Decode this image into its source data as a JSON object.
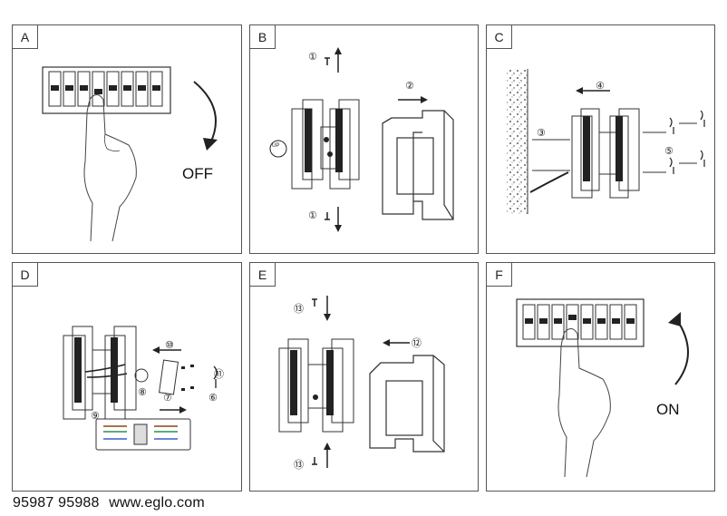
{
  "panels": [
    {
      "label": "A",
      "text": "OFF"
    },
    {
      "label": "B"
    },
    {
      "label": "C"
    },
    {
      "label": "D"
    },
    {
      "label": "E"
    },
    {
      "label": "F",
      "text": "ON"
    }
  ],
  "steps": {
    "b1": "①",
    "b2": "②",
    "b3": "①",
    "c3": "③",
    "c4": "④",
    "c5": "⑤",
    "d6": "⑥",
    "d7": "⑦",
    "d8": "⑧",
    "d9": "⑨",
    "d10": "⑩",
    "d11": "⑪",
    "e12": "⑫",
    "e13a": "⑬",
    "e13b": "⑬"
  },
  "up_badge": "UP",
  "footer": {
    "models": "95987 95988",
    "website": "www.eglo.com"
  }
}
